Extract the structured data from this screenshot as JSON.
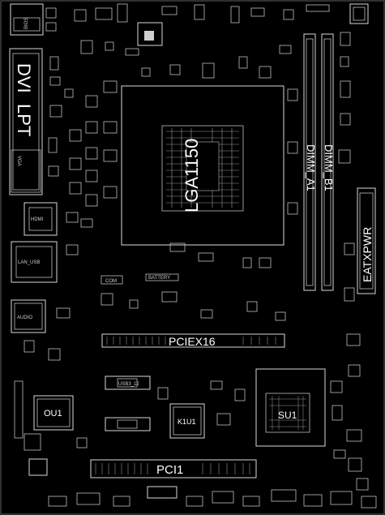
{
  "labels": {
    "dvi": "DVI",
    "lpt": "LPT",
    "vga": "VGA",
    "cpu_socket": "LGA1150",
    "dimm_a1": "DIMM_A1",
    "dimm_b1": "DIMM_B1",
    "atx_power": "EATXPWR",
    "pciex16": "PCIEX16",
    "pci1": "PCI1",
    "chip_ou1": "OU1",
    "chip_k1u1": "K1U1",
    "chipset": "SU1",
    "bios_label": "BIOS",
    "battery": "BATTERY",
    "audio": "AUDIO",
    "com": "COM",
    "usb3": "USB3_12",
    "lan": "LAN_USB",
    "hdmi": "HDMI"
  }
}
